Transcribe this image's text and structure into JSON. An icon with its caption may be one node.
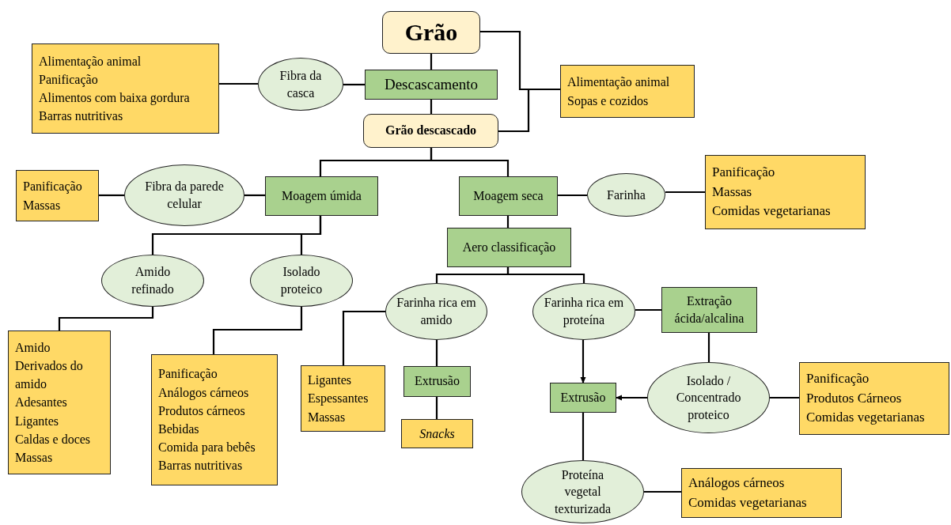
{
  "diagram": {
    "nodes": [
      {
        "text": [
          "Grão"
        ]
      },
      {
        "text": [
          "Descascamento"
        ]
      },
      {
        "text": [
          "Fibra da casca"
        ]
      },
      {
        "text": [
          "Alimentação animal",
          "Panificação",
          "Alimentos com baixa gordura",
          "Barras nutritivas"
        ]
      },
      {
        "text": [
          "Grão descascado"
        ]
      },
      {
        "text": [
          "Alimentação animal",
          "Sopas e cozidos"
        ]
      },
      {
        "text": [
          "Moagem úmida"
        ]
      },
      {
        "text": [
          "Fibra da parede celular"
        ]
      },
      {
        "text": [
          "Panificação",
          "Massas"
        ]
      },
      {
        "text": [
          "Moagem seca"
        ]
      },
      {
        "text": [
          "Farinha"
        ]
      },
      {
        "text": [
          "Panificação",
          "Massas",
          "Comidas vegetarianas"
        ]
      },
      {
        "text": [
          "Aero classificação"
        ]
      },
      {
        "text": [
          "Amido refinado"
        ]
      },
      {
        "text": [
          "Isolado proteico"
        ]
      },
      {
        "text": [
          "Amido",
          "Derivados do amido",
          "Adesantes",
          "Ligantes",
          "Caldas e doces",
          "Massas"
        ]
      },
      {
        "text": [
          "Panificação",
          "Análogos cárneos",
          "Produtos cárneos",
          "Bebidas",
          "Comida para bebês",
          "Barras nutritivas"
        ]
      },
      {
        "text": [
          "Farinha rica em amido"
        ]
      },
      {
        "text": [
          "Ligantes",
          "Espessantes",
          "Massas"
        ]
      },
      {
        "text": [
          "Extrusão"
        ]
      },
      {
        "text": [
          "Snacks"
        ]
      },
      {
        "text": [
          "Farinha rica em proteína"
        ]
      },
      {
        "text": [
          "Extração ácida/alcalina"
        ]
      },
      {
        "text": [
          "Isolado / Concentrado proteico"
        ]
      },
      {
        "text": [
          "Extrusão"
        ]
      },
      {
        "text": [
          "Panificação",
          "Produtos Cárneos",
          "Comidas vegetarianas"
        ]
      },
      {
        "text": [
          "Proteína vegetal texturizada"
        ]
      },
      {
        "text": [
          "Análogos cárneos",
          "Comidas vegetarianas"
        ]
      }
    ],
    "edges": [
      {
        "from": 0,
        "to": 1,
        "arrow": "none"
      },
      {
        "from": 1,
        "to": 2,
        "arrow": "none"
      },
      {
        "from": 2,
        "to": 3,
        "arrow": "none"
      },
      {
        "from": 1,
        "to": 4,
        "arrow": "none"
      },
      {
        "from": 0,
        "to": 5,
        "arrow": "none"
      },
      {
        "from": 4,
        "to": 5,
        "arrow": "none"
      },
      {
        "from": 4,
        "to": 6,
        "arrow": "none"
      },
      {
        "from": 4,
        "to": 9,
        "arrow": "none"
      },
      {
        "from": 6,
        "to": 7,
        "arrow": "none"
      },
      {
        "from": 7,
        "to": 8,
        "arrow": "none"
      },
      {
        "from": 6,
        "to": 13,
        "arrow": "none"
      },
      {
        "from": 6,
        "to": 14,
        "arrow": "none"
      },
      {
        "from": 9,
        "to": 10,
        "arrow": "none"
      },
      {
        "from": 10,
        "to": 11,
        "arrow": "none"
      },
      {
        "from": 9,
        "to": 12,
        "arrow": "none"
      },
      {
        "from": 13,
        "to": 15,
        "arrow": "none"
      },
      {
        "from": 14,
        "to": 16,
        "arrow": "none"
      },
      {
        "from": 12,
        "to": 17,
        "arrow": "none"
      },
      {
        "from": 12,
        "to": 21,
        "arrow": "none"
      },
      {
        "from": 17,
        "to": 18,
        "arrow": "none"
      },
      {
        "from": 17,
        "to": 19,
        "arrow": "none"
      },
      {
        "from": 19,
        "to": 20,
        "arrow": "none"
      },
      {
        "from": 21,
        "to": 22,
        "arrow": "none"
      },
      {
        "from": 21,
        "to": 24,
        "arrow": "to"
      },
      {
        "from": 22,
        "to": 23,
        "arrow": "none"
      },
      {
        "from": 23,
        "to": 24,
        "arrow": "to"
      },
      {
        "from": 23,
        "to": 25,
        "arrow": "none"
      },
      {
        "from": 24,
        "to": 26,
        "arrow": "none"
      },
      {
        "from": 26,
        "to": 27,
        "arrow": "none"
      }
    ]
  }
}
